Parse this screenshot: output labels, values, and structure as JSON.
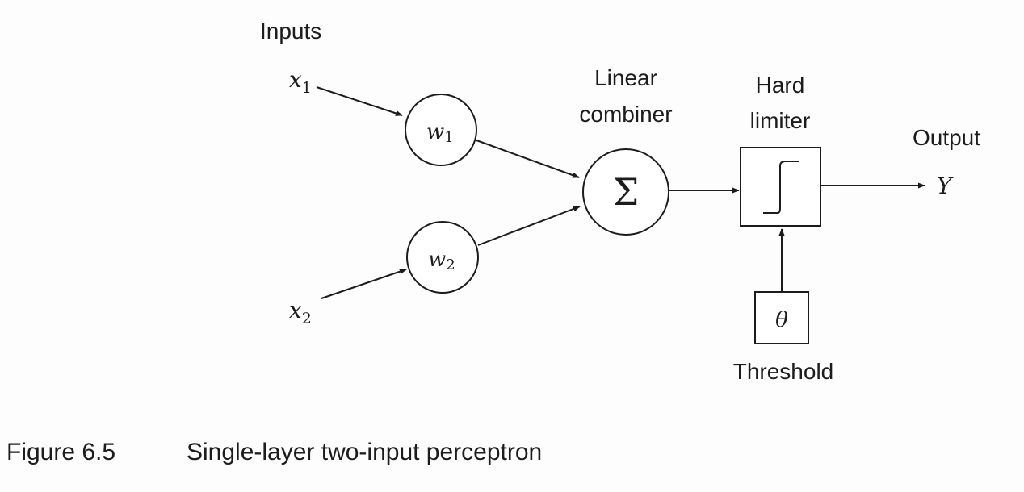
{
  "labels": {
    "inputs": "Inputs",
    "linear_combiner_line1": "Linear",
    "linear_combiner_line2": "combiner",
    "hard_limiter_line1": "Hard",
    "hard_limiter_line2": "limiter",
    "output": "Output",
    "threshold": "Threshold"
  },
  "symbols": {
    "x": "x",
    "sub1": "1",
    "sub2": "2",
    "w": "w",
    "sigma": "Σ",
    "theta": "θ",
    "y": "Y"
  },
  "caption": {
    "number": "Figure 6.5",
    "text": "Single-layer two-input perceptron"
  }
}
